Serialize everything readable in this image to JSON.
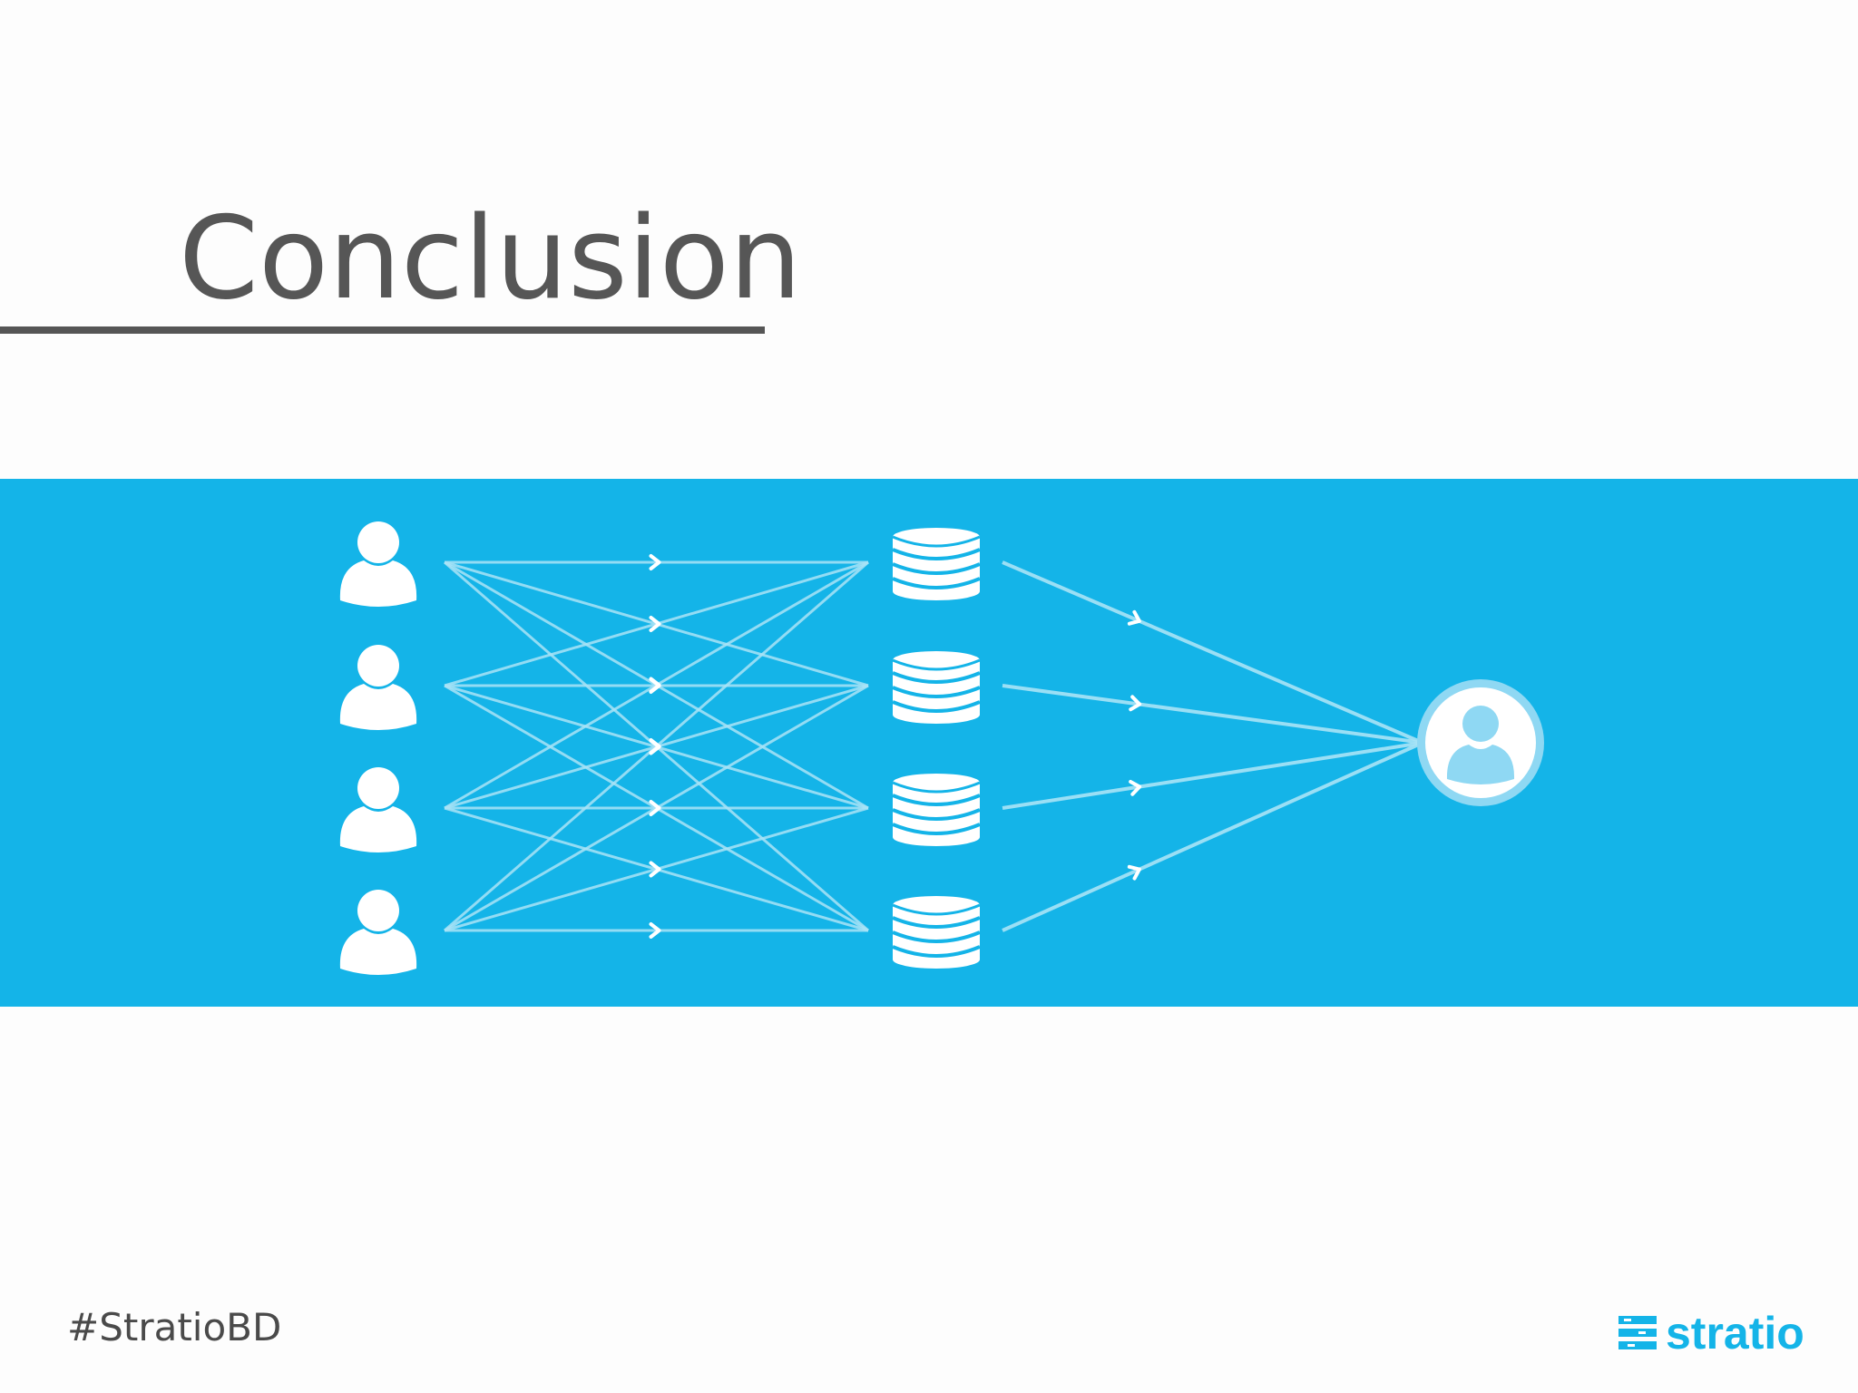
{
  "slide": {
    "title": "Conclusion",
    "hashtag": "#StratioBD"
  },
  "logo": {
    "text": "stratio"
  },
  "diagram": {
    "users": [
      "user",
      "user",
      "user",
      "user"
    ],
    "databases": [
      "database",
      "database",
      "database",
      "database"
    ],
    "target": "user"
  },
  "colors": {
    "accent": "#14b4e8",
    "title": "#565656",
    "band_lines": "#a9e3f6",
    "target_icon": "#8fd8f3"
  }
}
